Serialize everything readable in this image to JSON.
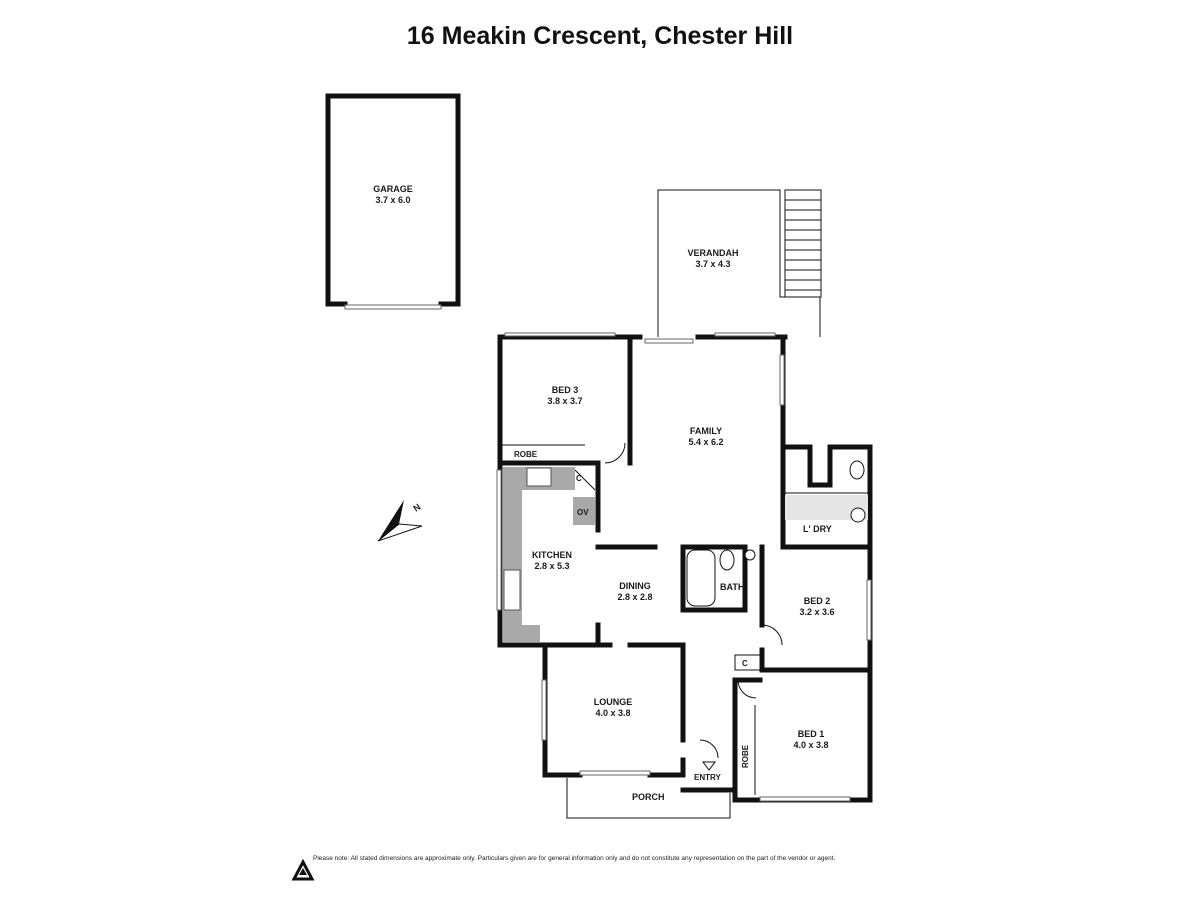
{
  "title": "16 Meakin Crescent, Chester Hill",
  "disclaimer": "Please note: All stated dimensions are approximate only. Particulars given are for general information only and do not constitute any representation on the part of the vendor or agent.",
  "compass": {
    "label": "N"
  },
  "rooms": {
    "garage": {
      "name": "GARAGE",
      "dims": "3.7 x 6.0"
    },
    "verandah": {
      "name": "VERANDAH",
      "dims": "3.7 x 4.3"
    },
    "bed3": {
      "name": "BED 3",
      "dims": "3.8 x 3.7"
    },
    "family": {
      "name": "FAMILY",
      "dims": "5.4 x 6.2"
    },
    "kitchen": {
      "name": "KITCHEN",
      "dims": "2.8 x 5.3"
    },
    "dining": {
      "name": "DINING",
      "dims": "2.8 x 2.8"
    },
    "bed2": {
      "name": "BED 2",
      "dims": "3.2 x 3.6"
    },
    "lounge": {
      "name": "LOUNGE",
      "dims": "4.0 x 3.8"
    },
    "bed1": {
      "name": "BED 1",
      "dims": "4.0 x 3.8"
    }
  },
  "labels": {
    "robe_bed3": "ROBE",
    "robe_bed1": "ROBE",
    "cupboard_kitchen": "C",
    "cupboard_hall": "C",
    "oven": "OV",
    "bath": "BATH",
    "laundry": "L' DRY",
    "porch": "PORCH",
    "entry": "ENTRY"
  }
}
